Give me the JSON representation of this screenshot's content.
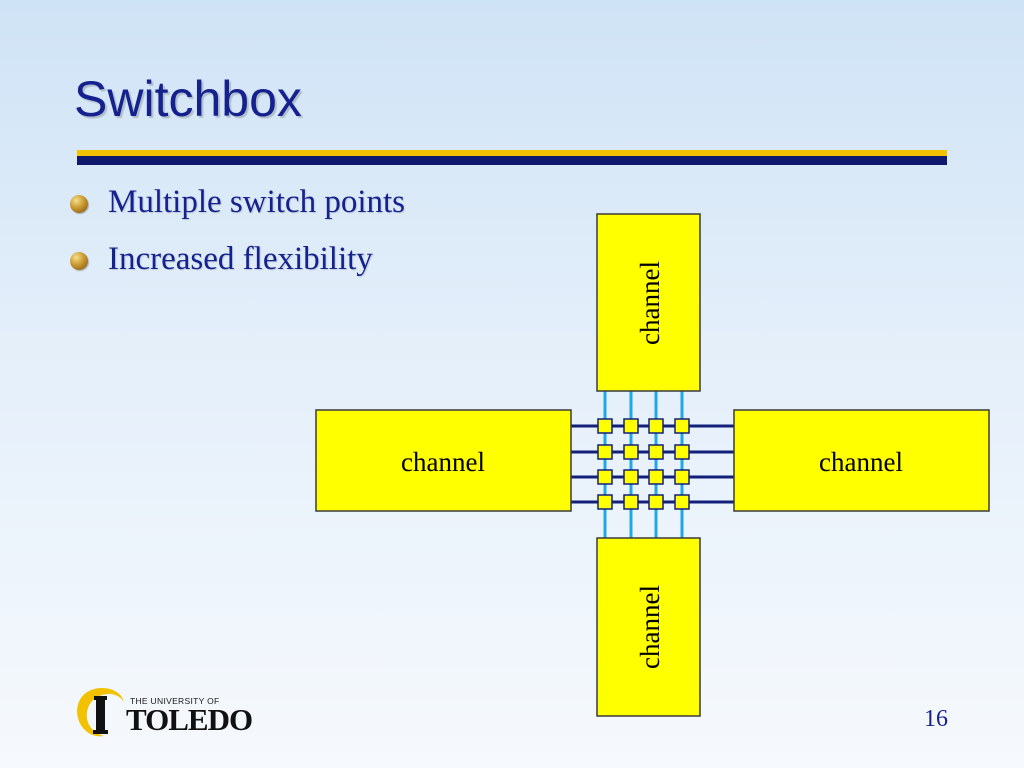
{
  "slide": {
    "title": "Switchbox",
    "bullets": [
      {
        "text": "Multiple switch points"
      },
      {
        "text": "Increased flexibility"
      }
    ],
    "page_number": "16"
  },
  "diagram": {
    "channel_label": "channel",
    "colors": {
      "channel_fill": "#ffff00",
      "channel_border": "#3a3a3a",
      "horizontal_wire": "#13207a",
      "vertical_wire": "#1ea8e8",
      "switch_fill": "#ffff00"
    },
    "switch_grid": {
      "rows": 4,
      "cols": 4
    }
  },
  "footer": {
    "logo_small": "THE UNIVERSITY OF",
    "logo_big": "TOLEDO"
  },
  "theme": {
    "title_color": "#15218f",
    "rule_gold": "#f2c200",
    "rule_navy": "#11196e"
  }
}
